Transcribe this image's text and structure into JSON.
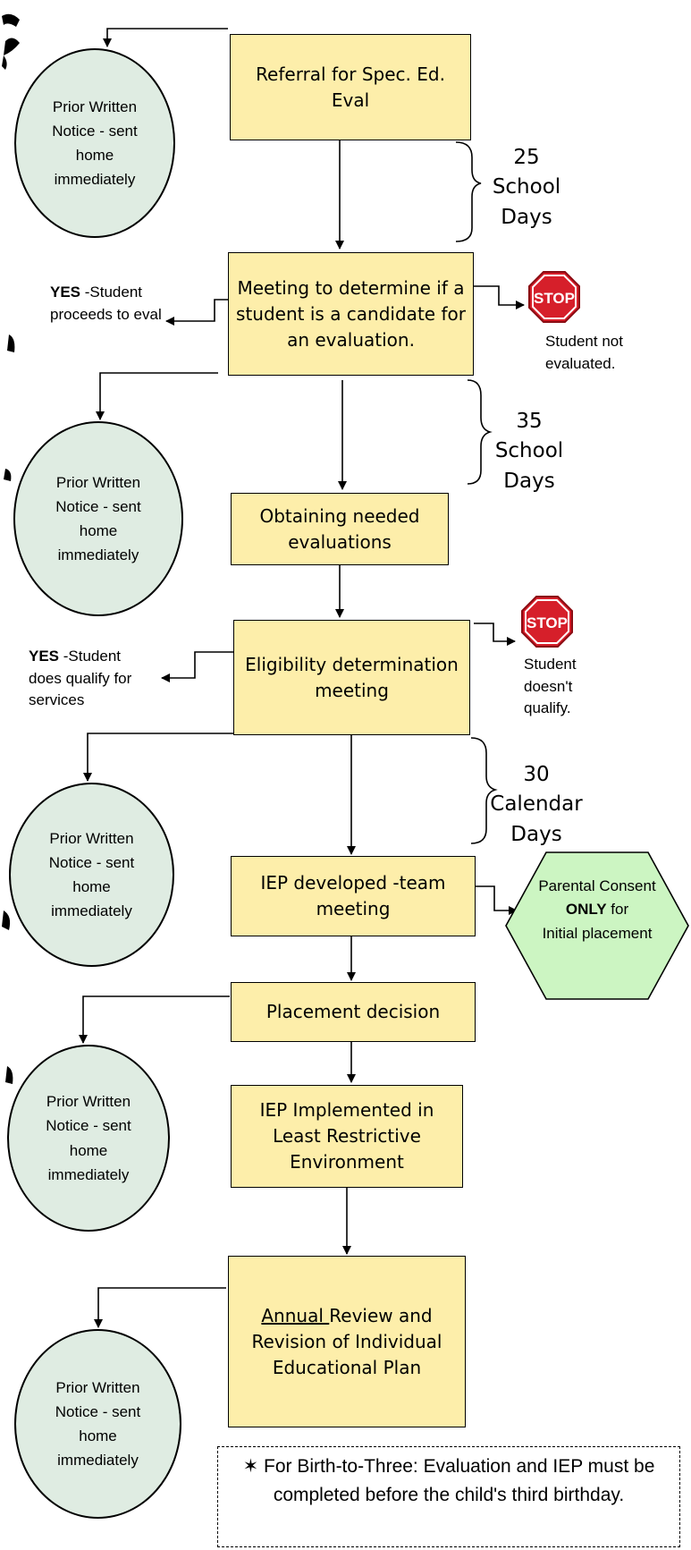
{
  "steps": {
    "referral": "Referral for Spec. Ed. Eval",
    "candidate_meeting": "Meeting to determine if a student is a candidate for an evaluation.",
    "obtaining": "Obtaining needed evaluations",
    "eligibility": "Eligibility determination meeting",
    "iep_developed": "IEP developed -team meeting",
    "placement": "Placement decision",
    "implemented": "IEP Implemented in Least Restrictive Environment",
    "annual_underlined": "Annual ",
    "annual_rest": "Review and Revision of Individual Educational Plan"
  },
  "notices": [
    "Prior Written Notice - sent home immediately",
    "Prior Written Notice - sent home immediately",
    "Prior Written Notice - sent home immediately",
    "Prior Written Notice - sent home immediately",
    "Prior Written Notice - sent home immediately"
  ],
  "timelines": [
    {
      "number": "25",
      "line1": "School",
      "line2": "Days"
    },
    {
      "number": "35",
      "line1": "School",
      "line2": "Days"
    },
    {
      "number": "30",
      "line1": "Calendar",
      "line2": "Days"
    }
  ],
  "yes_notes": [
    {
      "yes": "YES",
      "text": " -Student proceeds to eval"
    },
    {
      "yes": "YES",
      "text": " -Student does qualify for services"
    }
  ],
  "stops": [
    {
      "sign": "STOP",
      "note": "Student not evaluated."
    },
    {
      "sign": "STOP",
      "note": "Student doesn't qualify."
    }
  ],
  "consent": {
    "line1": "Parental Consent",
    "only": "ONLY",
    "for": " for",
    "rest": "Initial placement"
  },
  "footnote": {
    "star": "✶",
    "text": " For Birth-to-Three: Evaluation and IEP must be completed before the child's third birthday."
  },
  "colors": {
    "box_fill": "#fdeeaa",
    "oval_fill": "#dfece2",
    "hex_fill": "#ccf5c2",
    "stop_red": "#d61f2a"
  }
}
